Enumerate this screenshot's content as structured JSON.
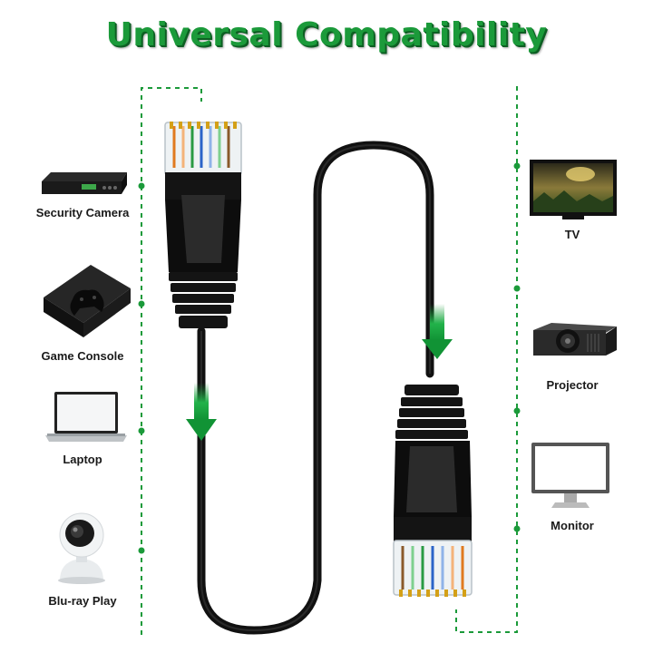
{
  "title": "Universal Compatibility",
  "colors": {
    "accent": "#1b9a3a",
    "cable": "#111111"
  },
  "left_devices": [
    {
      "label": "Security Camera",
      "icon": "dvr-recorder-icon"
    },
    {
      "label": "Game Console",
      "icon": "game-console-icon"
    },
    {
      "label": "Laptop",
      "icon": "laptop-icon"
    },
    {
      "label": "Blu-ray Play",
      "icon": "security-camera-icon"
    }
  ],
  "right_devices": [
    {
      "label": "TV",
      "icon": "tv-icon"
    },
    {
      "label": "Projector",
      "icon": "projector-icon"
    },
    {
      "label": "Monitor",
      "icon": "monitor-icon"
    }
  ]
}
